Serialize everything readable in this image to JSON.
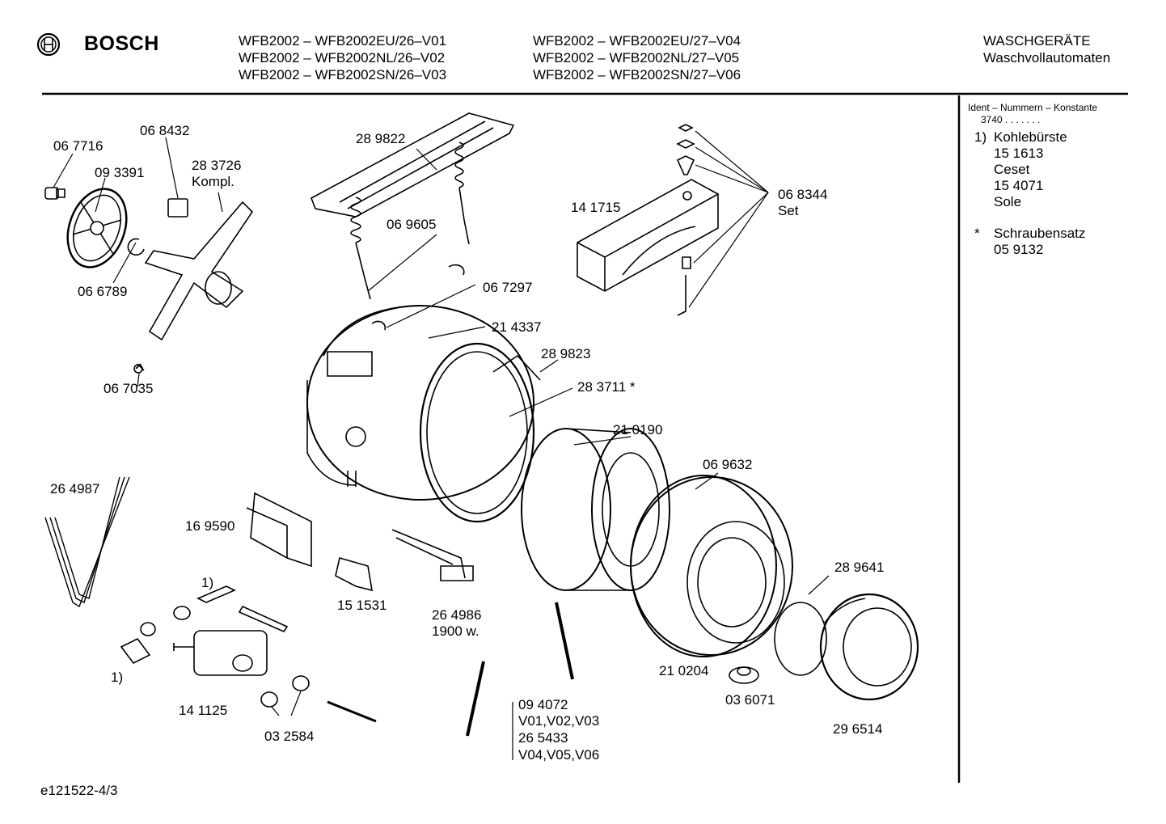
{
  "header": {
    "brand": "BOSCH",
    "models_col1": [
      "WFB2002 – WFB2002EU/26–V01",
      "WFB2002 – WFB2002NL/26–V02",
      "WFB2002 – WFB2002SN/26–V03"
    ],
    "models_col2": [
      "WFB2002 – WFB2002EU/27–V04",
      "WFB2002 – WFB2002NL/27–V05",
      "WFB2002 – WFB2002SN/27–V06"
    ],
    "category": "WASCHGERÄTE",
    "subcategory": "Waschvollautomaten"
  },
  "sidebar": {
    "ident_title": "Ident – Nummern – Konstante",
    "ident_value": "3740  .  .  .   .  .  .  .",
    "note1_num": "1)",
    "note1_lines": [
      "Kohlebürste",
      "15 1613",
      "Ceset",
      "15 4071",
      "Sole"
    ],
    "note2_mark": "*",
    "note2_lines": [
      "Schraubensatz",
      "05 9132"
    ]
  },
  "parts": [
    "06 7716",
    "06 8432",
    "09 3391",
    "28 3726",
    "Kompl.",
    "06 6789",
    "06 7035",
    "28 9822",
    "06 9605",
    "06 7297",
    "21 4337",
    "28 9823",
    "28 3711 *",
    "14 1715",
    "06 8344",
    "Set",
    "21 0190",
    "06 9632",
    "26 4987",
    "16 9590",
    "1)",
    "15 1531",
    "26 4986",
    "1900 w.",
    "28 9641",
    "1)",
    "14 1125",
    "03 2584",
    "09 4072",
    "V01,V02,V03",
    "26 5433",
    "V04,V05,V06",
    "21 0204",
    "03 6071",
    "29 6514"
  ],
  "footer": {
    "drawing_id": "e121522-4/3"
  }
}
